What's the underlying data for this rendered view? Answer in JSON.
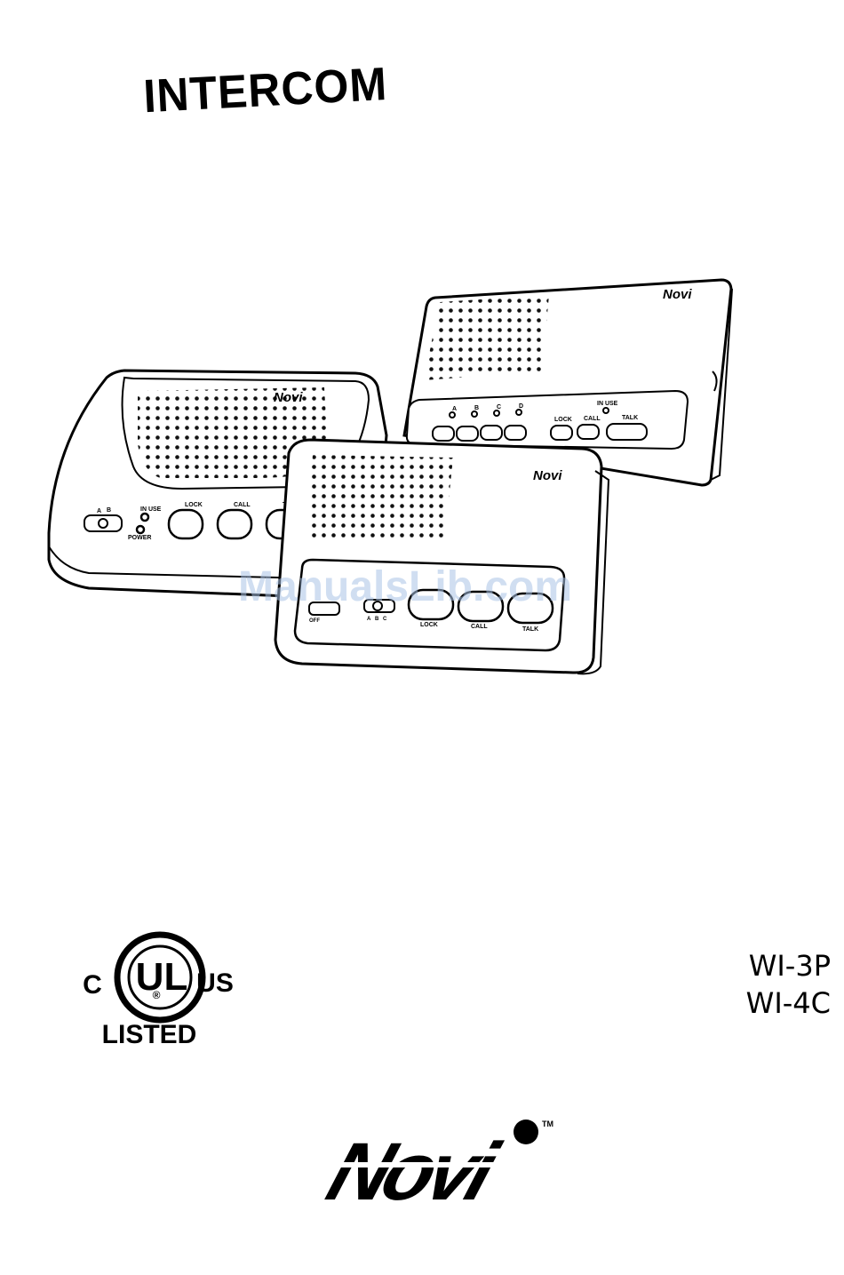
{
  "document": {
    "title": "INTERCOM",
    "watermark": "ManualsLib.com",
    "models": [
      "WI-3P",
      "WI-4C"
    ]
  },
  "illustration": {
    "brand": "Novi",
    "left_unit": {
      "switch_letters": [
        "A",
        "B"
      ],
      "in_use": "IN USE",
      "power": "POWER",
      "lock": "LOCK",
      "call": "CALL",
      "talk_partial": "T"
    },
    "back_unit": {
      "channels": [
        "A",
        "B",
        "C",
        "D"
      ],
      "in_use": "IN USE",
      "lock": "LOCK",
      "call": "CALL",
      "talk": "TALK"
    },
    "front_unit": {
      "off": "OFF",
      "channels": [
        "A",
        "B",
        "C"
      ],
      "lock": "LOCK",
      "call": "CALL",
      "talk": "TALK"
    }
  },
  "certification": {
    "c": "C",
    "ul": "UL",
    "us": "US",
    "registered": "®",
    "listed": "LISTED"
  },
  "logo": {
    "text": "Novi",
    "tm": "TM"
  }
}
